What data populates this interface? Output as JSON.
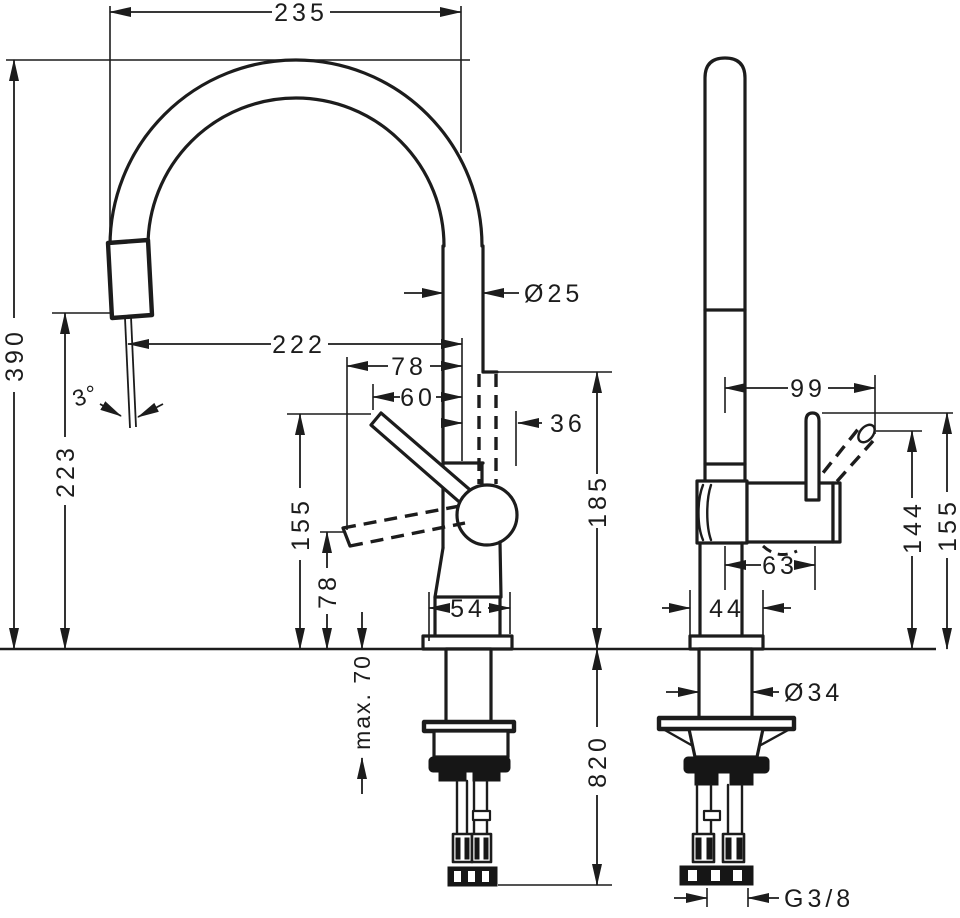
{
  "drawing": {
    "kind": "technical-dimension-drawing",
    "subject": "kitchen mixer tap, front view and side view with installation dimensions",
    "units": "mm",
    "line_color": "#1c1c1c",
    "background_color": "#ffffff",
    "front_view": {
      "dims": {
        "spout_width": "235",
        "overall_height": "390",
        "outlet_height": "223",
        "stream_angle": "3°",
        "spout_reach": "222",
        "spout_diameter": "Ø25",
        "handle_back_reach": "78",
        "handle_up_reach": "60",
        "handle_front_reach": "36",
        "handle_top_height": "155",
        "handle_low_height": "78",
        "body_height": "185",
        "base_width": "54",
        "max_counter_thickness": "max. 70",
        "hose_length": "820"
      }
    },
    "side_view": {
      "dims": {
        "handle_reach": "99",
        "handle_offset": "63",
        "handle_tip_height": "144",
        "handle_top_height": "155",
        "base_depth": "44",
        "shank_diameter": "Ø34",
        "thread_size": "G3/8"
      }
    }
  }
}
